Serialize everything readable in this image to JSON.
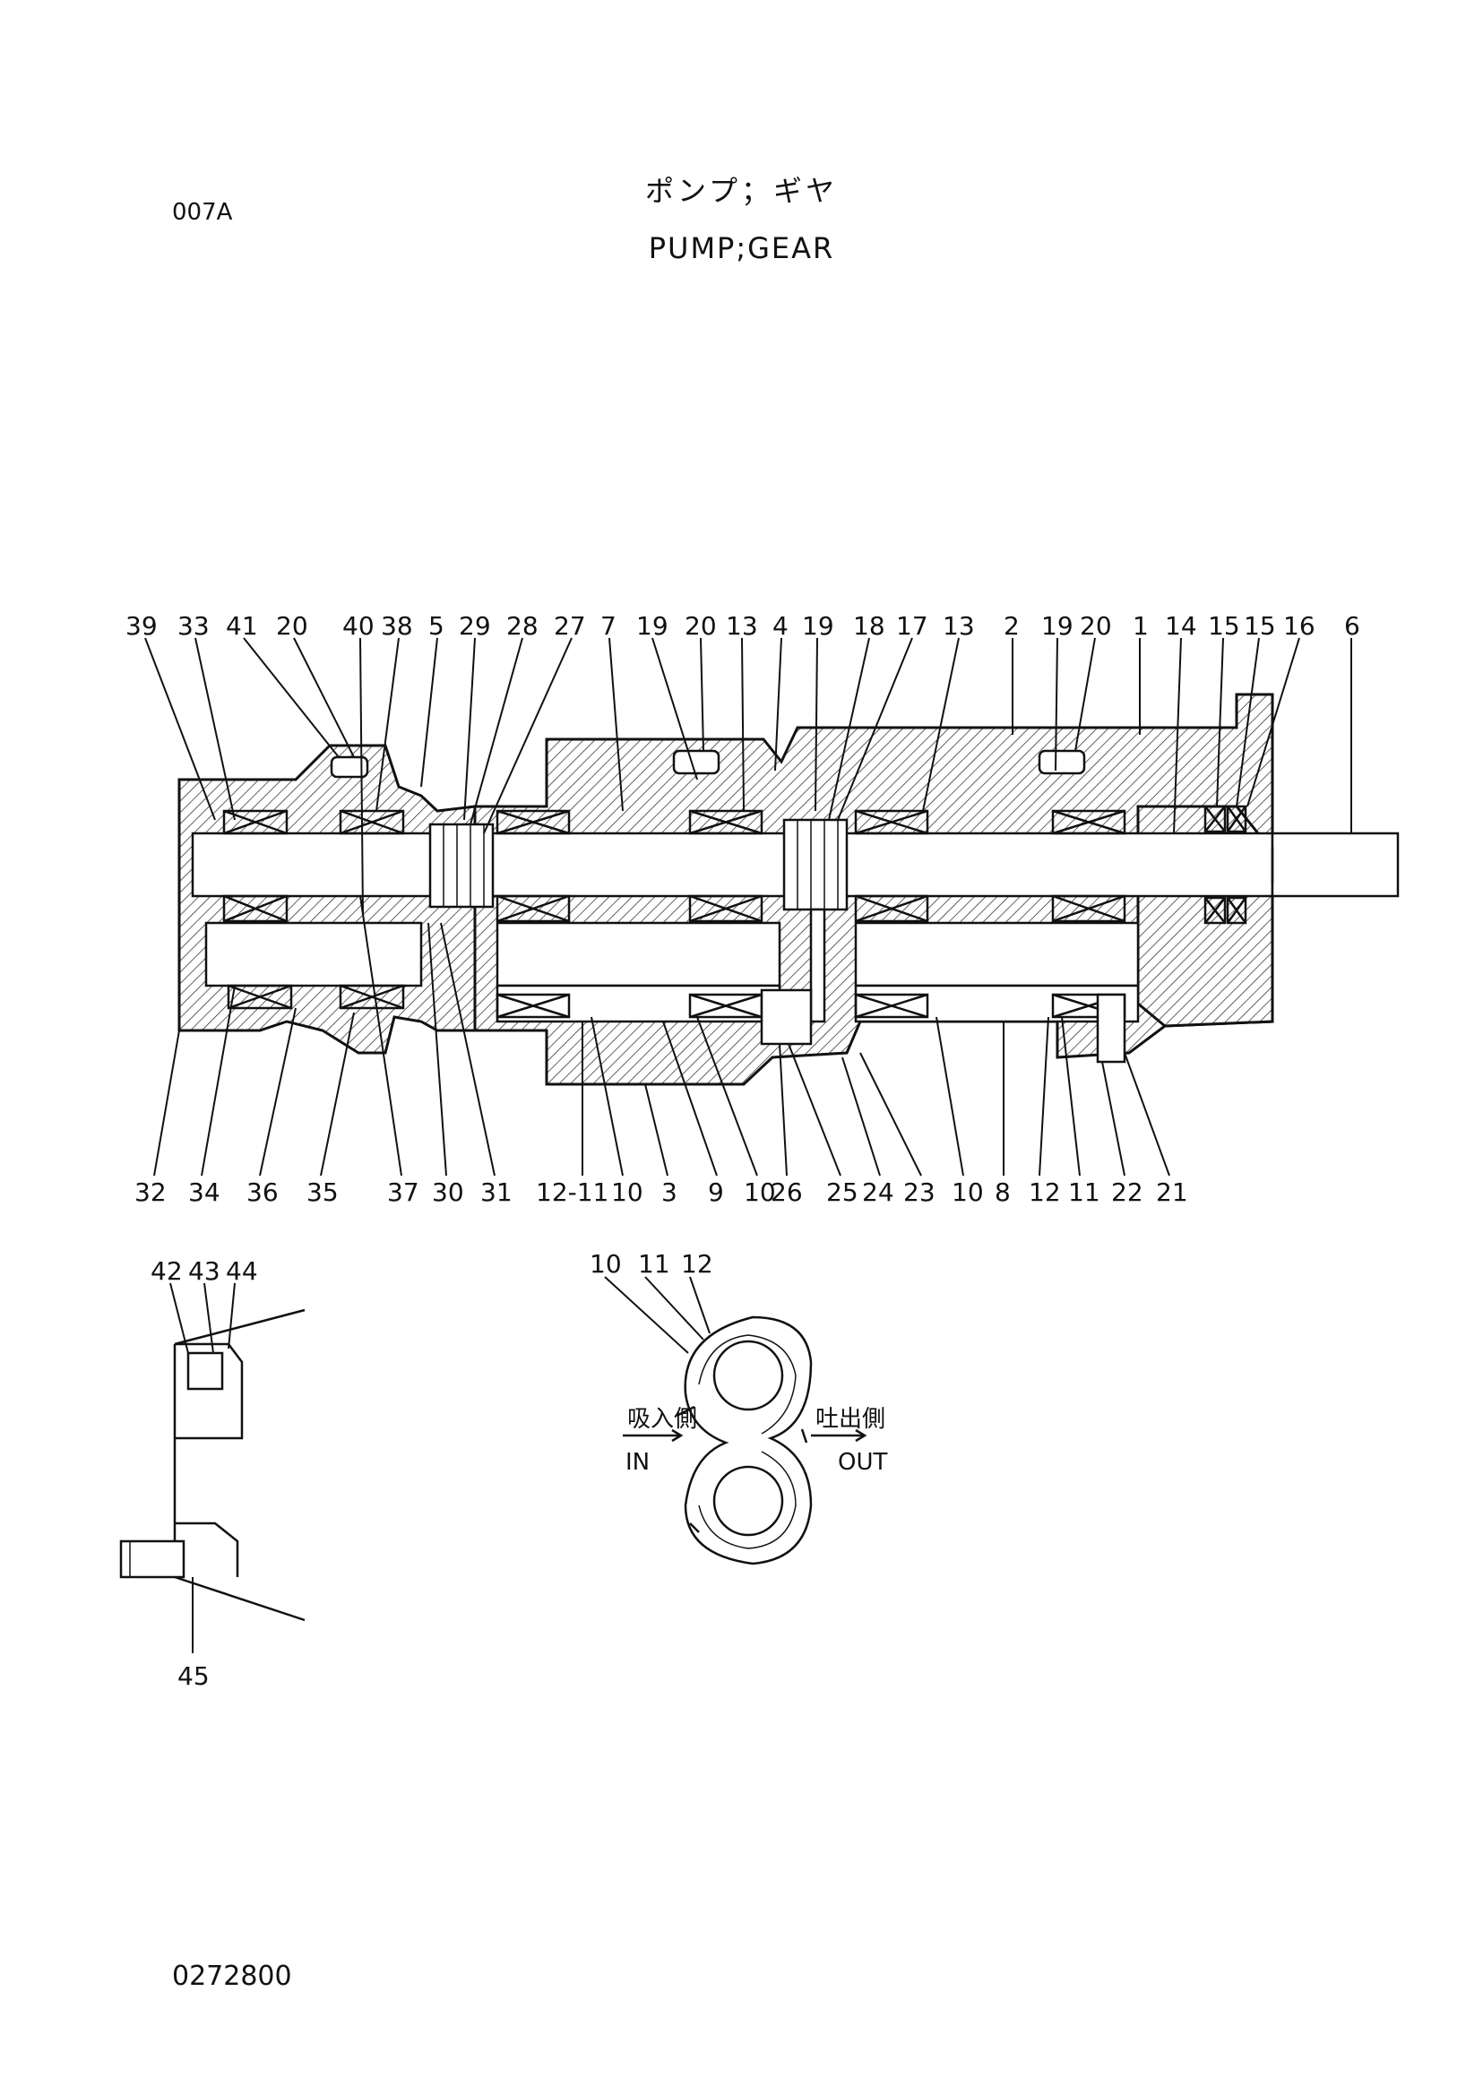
{
  "header": {
    "page_code": "007A",
    "title_jp": "ポンプ；ギヤ",
    "title_en": "PUMP;GEAR"
  },
  "footer": {
    "doc_code": "0272800"
  },
  "callouts_top": [
    "39",
    "33",
    "41",
    "20",
    "40",
    "38",
    "5",
    "29",
    "28",
    "27",
    "7",
    "19",
    "20",
    "13",
    "4",
    "19",
    "18",
    "17",
    "13",
    "2",
    "19",
    "20",
    "1",
    "14",
    "15",
    "15",
    "16",
    "6"
  ],
  "callouts_bottom": [
    "32",
    "34",
    "36",
    "35",
    "37",
    "30",
    "31",
    "12-11",
    "10",
    "3",
    "9",
    "10",
    "26",
    "25",
    "24",
    "23",
    "10",
    "8",
    "12",
    "11",
    "22",
    "21"
  ],
  "detail_bolt": {
    "callouts": [
      "42",
      "43",
      "44",
      "45"
    ]
  },
  "detail_gear": {
    "callouts": [
      "10",
      "11",
      "12"
    ],
    "inlet_jp": "吸入側",
    "inlet_en": "IN",
    "outlet_jp": "吐出側",
    "outlet_en": "OUT"
  }
}
